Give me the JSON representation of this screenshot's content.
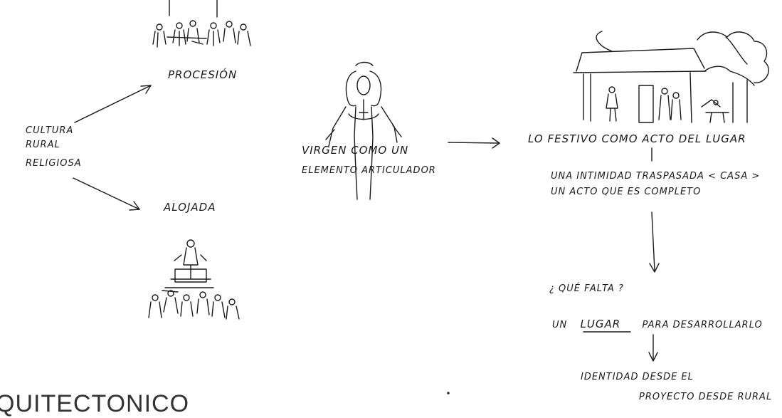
{
  "left": {
    "root_line1": "CULTURA",
    "root_line2": "RURAL",
    "root_line3": "RELIGIOSA",
    "branch_top": "PROCESIÓN",
    "branch_bottom": "ALOJADA"
  },
  "center": {
    "line1": "VIRGEN COMO UN",
    "line2": "ELEMENTO ARTICULADOR"
  },
  "right": {
    "heading": "LO FESTIVO COMO ACTO DEL LUGAR",
    "sub_line1": "UNA INTIMIDAD TRASPASADA < CASA >",
    "sub_line2": "UN ACTO QUE ES COMPLETO",
    "question": "¿ QUÉ FALTA ?",
    "answer_prefix": "UN",
    "answer_underlined": "LUGAR",
    "answer_suffix": "PARA DESARROLLARLO",
    "identity_line1": "IDENTIDAD DESDE EL",
    "identity_line2": "PROYECTO DESDE RURAL"
  },
  "footer": {
    "title": "QUITECTONICO"
  }
}
